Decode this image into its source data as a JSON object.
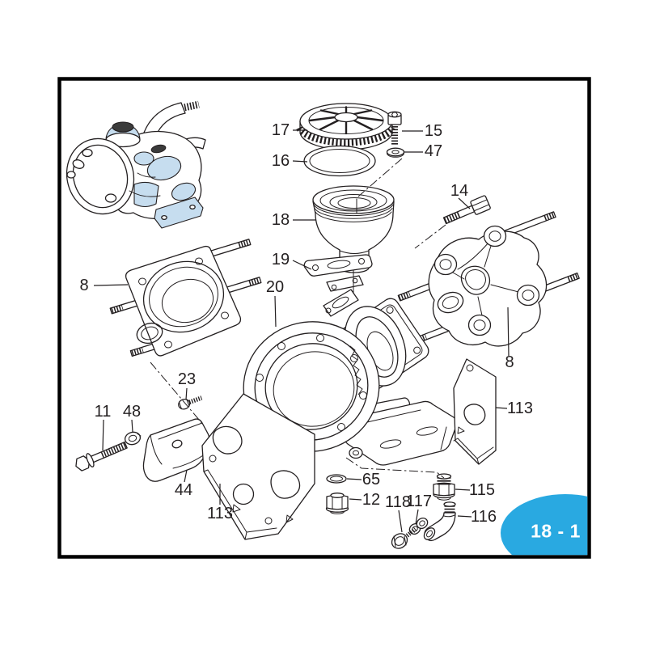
{
  "colors": {
    "ink": "#231f20",
    "accent": "#29a9e1",
    "highlight": "#c6ddef"
  },
  "badge": {
    "label": "18 - 1"
  },
  "callouts": [
    {
      "label": "17"
    },
    {
      "label": "16"
    },
    {
      "label": "18"
    },
    {
      "label": "19"
    },
    {
      "label": "20"
    },
    {
      "label": "15"
    },
    {
      "label": "47"
    },
    {
      "label": "14"
    },
    {
      "label": "8"
    },
    {
      "label": "23"
    },
    {
      "label": "11"
    },
    {
      "label": "48"
    },
    {
      "label": "44"
    },
    {
      "label": "113"
    },
    {
      "label": "65"
    },
    {
      "label": "12"
    },
    {
      "label": "118"
    },
    {
      "label": "117"
    },
    {
      "label": "115"
    },
    {
      "label": "116"
    },
    {
      "label": "113"
    },
    {
      "label": "8"
    }
  ]
}
